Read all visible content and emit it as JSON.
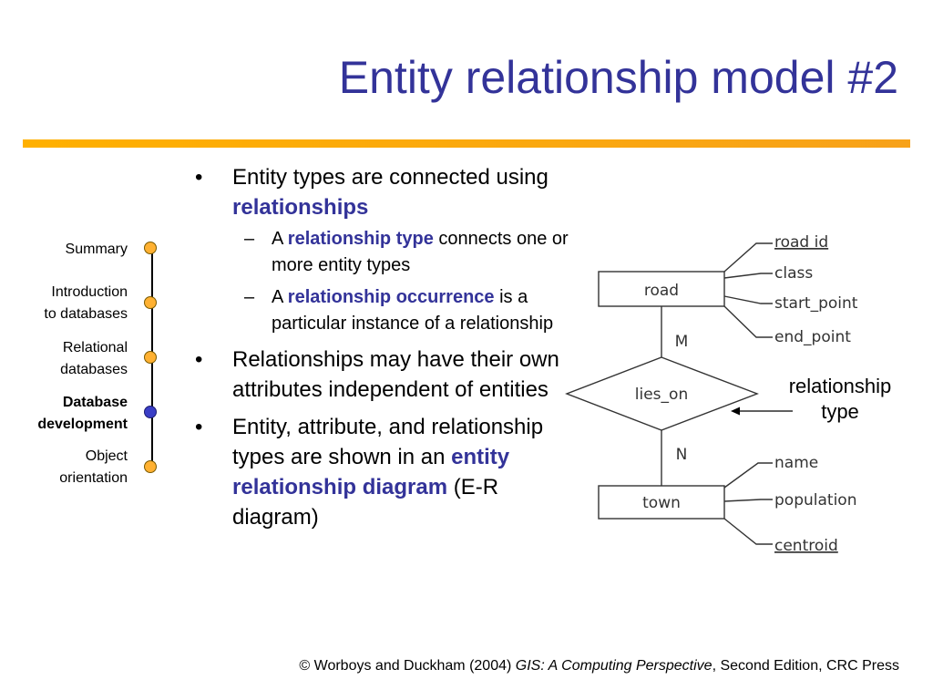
{
  "title": "Entity relationship model #2",
  "colors": {
    "title": "#333399",
    "highlight": "#333399",
    "rule_start": "#ffb000",
    "rule_end": "#f7a21a",
    "nav_dot": "#ffb132",
    "nav_dot_active": "#3a3ec6"
  },
  "nav": {
    "items": [
      {
        "label": "Summary",
        "active": false
      },
      {
        "label": "Introduction to databases",
        "active": false
      },
      {
        "label": "Relational databases",
        "active": false
      },
      {
        "label": "Database development",
        "active": true
      },
      {
        "label": "Object orientation",
        "active": false
      }
    ],
    "lines": {
      "summary": [
        "Summary"
      ],
      "intro": [
        "Introduction",
        "to databases"
      ],
      "relational": [
        "Relational",
        "databases"
      ],
      "dbdev": [
        "Database",
        "development"
      ],
      "oo": [
        "Object",
        "orientation"
      ]
    }
  },
  "bullets": {
    "b1": {
      "text": "Entity types are connected using ",
      "em": "relationships"
    },
    "b1a": {
      "pre": "A ",
      "em": "relationship type",
      "post": " connects one or more entity types"
    },
    "b1b": {
      "pre": "A ",
      "em": "relationship occurrence",
      "post": " is a particular instance of a relationship"
    },
    "b2": {
      "text": "Relationships may have their own attributes independent of entities"
    },
    "b3": {
      "pre": "Entity, attribute, and relationship types are shown in an ",
      "em": "entity relationship diagram",
      "post": " (E-R diagram)"
    },
    "bullet_glyph": "•",
    "dash_glyph": "–"
  },
  "diagram": {
    "entity_road": "road",
    "entity_town": "town",
    "relationship": "lies_on",
    "card_top": "M",
    "card_bottom": "N",
    "road_attrs": [
      "road id",
      "class",
      "start_point",
      "end_point"
    ],
    "town_attrs": [
      "name",
      "population",
      "centroid"
    ]
  },
  "annotation": {
    "line1": "relationship",
    "line2": "type"
  },
  "footer": {
    "copyright": "©",
    "pre": " Worboys and Duckham (2004) ",
    "book": "GIS: A Computing Perspective",
    "post": ", Second Edition, CRC Press"
  }
}
